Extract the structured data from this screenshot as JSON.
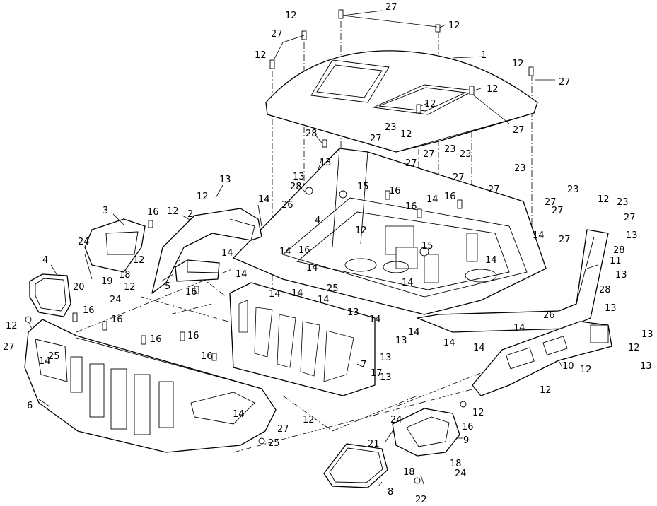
{
  "diagram": {
    "labels": [
      {
        "id": "c1",
        "text": "1"
      },
      {
        "id": "c2",
        "text": "2"
      },
      {
        "id": "c3",
        "text": "3"
      },
      {
        "id": "c4",
        "text": "4"
      },
      {
        "id": "c4b",
        "text": "4"
      },
      {
        "id": "c5",
        "text": "5"
      },
      {
        "id": "c6",
        "text": "6"
      },
      {
        "id": "c7",
        "text": "7"
      },
      {
        "id": "c8",
        "text": "8"
      },
      {
        "id": "c9",
        "text": "9"
      },
      {
        "id": "c10",
        "text": "10"
      },
      {
        "id": "c11",
        "text": "11"
      },
      {
        "id": "c12a",
        "text": "12"
      },
      {
        "id": "c12b",
        "text": "12"
      },
      {
        "id": "c12c",
        "text": "12"
      },
      {
        "id": "c12d",
        "text": "12"
      },
      {
        "id": "c12e",
        "text": "12"
      },
      {
        "id": "c12f",
        "text": "12"
      },
      {
        "id": "c12g",
        "text": "12"
      },
      {
        "id": "c12h",
        "text": "12"
      },
      {
        "id": "c12i",
        "text": "12"
      },
      {
        "id": "c12j",
        "text": "12"
      },
      {
        "id": "c12k",
        "text": "12"
      },
      {
        "id": "c12l",
        "text": "12"
      },
      {
        "id": "c12m",
        "text": "12"
      },
      {
        "id": "c12n",
        "text": "12"
      },
      {
        "id": "c12o",
        "text": "12"
      },
      {
        "id": "c12p",
        "text": "12"
      },
      {
        "id": "c12q",
        "text": "12"
      },
      {
        "id": "c12r",
        "text": "12"
      },
      {
        "id": "c12s",
        "text": "12"
      },
      {
        "id": "c13a",
        "text": "13"
      },
      {
        "id": "c13b",
        "text": "13"
      },
      {
        "id": "c13c",
        "text": "13"
      },
      {
        "id": "c13d",
        "text": "13"
      },
      {
        "id": "c13e",
        "text": "13"
      },
      {
        "id": "c13f",
        "text": "13"
      },
      {
        "id": "c13g",
        "text": "13"
      },
      {
        "id": "c13h",
        "text": "13"
      },
      {
        "id": "c13i",
        "text": "13"
      },
      {
        "id": "c13j",
        "text": "13"
      },
      {
        "id": "c13k",
        "text": "13"
      },
      {
        "id": "c13l",
        "text": "13"
      },
      {
        "id": "c14a",
        "text": "14"
      },
      {
        "id": "c14b",
        "text": "14"
      },
      {
        "id": "c14c",
        "text": "14"
      },
      {
        "id": "c14d",
        "text": "14"
      },
      {
        "id": "c14e",
        "text": "14"
      },
      {
        "id": "c14f",
        "text": "14"
      },
      {
        "id": "c14g",
        "text": "14"
      },
      {
        "id": "c14h",
        "text": "14"
      },
      {
        "id": "c14i",
        "text": "14"
      },
      {
        "id": "c14j",
        "text": "14"
      },
      {
        "id": "c14k",
        "text": "14"
      },
      {
        "id": "c14l",
        "text": "14"
      },
      {
        "id": "c14m",
        "text": "14"
      },
      {
        "id": "c14n",
        "text": "14"
      },
      {
        "id": "c14o",
        "text": "14"
      },
      {
        "id": "c14p",
        "text": "14"
      },
      {
        "id": "c14q",
        "text": "14"
      },
      {
        "id": "c14r",
        "text": "14"
      },
      {
        "id": "c14s",
        "text": "14"
      },
      {
        "id": "c15a",
        "text": "15"
      },
      {
        "id": "c15b",
        "text": "15"
      },
      {
        "id": "c16a",
        "text": "16"
      },
      {
        "id": "c16b",
        "text": "16"
      },
      {
        "id": "c16c",
        "text": "16"
      },
      {
        "id": "c16d",
        "text": "16"
      },
      {
        "id": "c16e",
        "text": "16"
      },
      {
        "id": "c16f",
        "text": "16"
      },
      {
        "id": "c16g",
        "text": "16"
      },
      {
        "id": "c16h",
        "text": "16"
      },
      {
        "id": "c16i",
        "text": "16"
      },
      {
        "id": "c16j",
        "text": "16"
      },
      {
        "id": "c16k",
        "text": "16"
      },
      {
        "id": "c16l",
        "text": "16"
      },
      {
        "id": "c17",
        "text": "17"
      },
      {
        "id": "c18a",
        "text": "18"
      },
      {
        "id": "c18b",
        "text": "18"
      },
      {
        "id": "c18c",
        "text": "18"
      },
      {
        "id": "c19",
        "text": "19"
      },
      {
        "id": "c20",
        "text": "20"
      },
      {
        "id": "c21",
        "text": "21"
      },
      {
        "id": "c22",
        "text": "22"
      },
      {
        "id": "c23a",
        "text": "23"
      },
      {
        "id": "c23b",
        "text": "23"
      },
      {
        "id": "c23c",
        "text": "23"
      },
      {
        "id": "c23d",
        "text": "23"
      },
      {
        "id": "c23e",
        "text": "23"
      },
      {
        "id": "c23f",
        "text": "23"
      },
      {
        "id": "c24a",
        "text": "24"
      },
      {
        "id": "c24b",
        "text": "24"
      },
      {
        "id": "c24c",
        "text": "24"
      },
      {
        "id": "c24d",
        "text": "24"
      },
      {
        "id": "c25a",
        "text": "25"
      },
      {
        "id": "c25b",
        "text": "25"
      },
      {
        "id": "c25c",
        "text": "25"
      },
      {
        "id": "c26a",
        "text": "26"
      },
      {
        "id": "c26b",
        "text": "26"
      },
      {
        "id": "c27a",
        "text": "27"
      },
      {
        "id": "c27b",
        "text": "27"
      },
      {
        "id": "c27c",
        "text": "27"
      },
      {
        "id": "c27d",
        "text": "27"
      },
      {
        "id": "c27e",
        "text": "27"
      },
      {
        "id": "c27f",
        "text": "27"
      },
      {
        "id": "c27g",
        "text": "27"
      },
      {
        "id": "c27h",
        "text": "27"
      },
      {
        "id": "c27i",
        "text": "27"
      },
      {
        "id": "c27j",
        "text": "27"
      },
      {
        "id": "c27k",
        "text": "27"
      },
      {
        "id": "c27l",
        "text": "27"
      },
      {
        "id": "c27m",
        "text": "27"
      },
      {
        "id": "c27n",
        "text": "27"
      },
      {
        "id": "c27o",
        "text": "27"
      },
      {
        "id": "c28a",
        "text": "28"
      },
      {
        "id": "c28b",
        "text": "28"
      },
      {
        "id": "c28c",
        "text": "28"
      },
      {
        "id": "c28d",
        "text": "28"
      }
    ]
  }
}
